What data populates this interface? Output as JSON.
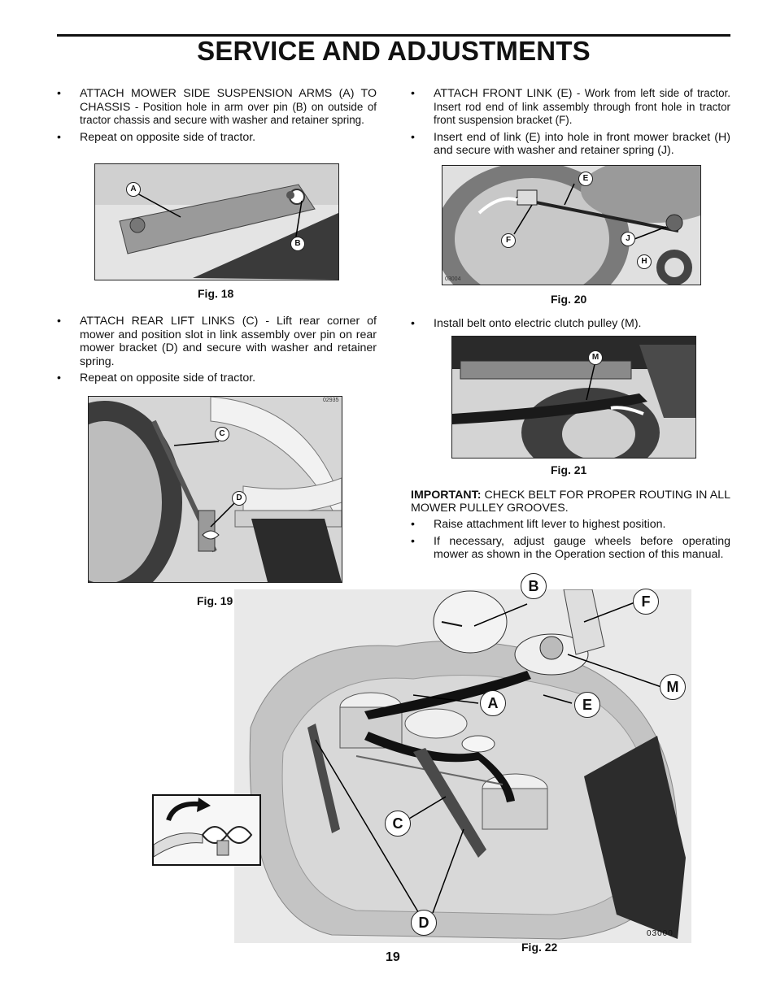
{
  "page": {
    "title": "SERVICE AND ADJUSTMENTS",
    "page_number": "19"
  },
  "left": {
    "b1_lead": "ATTACH MOWER SIDE SUSPENSION ARMS (A) TO CHASSIS",
    "b1_rest": " - Position hole in arm over pin (B) on outside of tractor chassis and secure with washer and retainer spring.",
    "b2": "Repeat on opposite side of tractor.",
    "b3": "ATTACH REAR LIFT LINKS (C) - Lift rear corner of mower and position slot in link assembly over pin on rear mower bracket (D) and secure with washer and retainer spring.",
    "b4": "Repeat on opposite side of tractor."
  },
  "right": {
    "b1_lead": "ATTACH FRONT LINK (E)",
    "b1_rest": " - Work from left side of tractor. Insert rod end of link assembly through front hole in tractor front suspension bracket (F).",
    "b2": "Insert end of link (E) into hole in front mower bracket (H) and secure with washer and retainer spring (J).",
    "b3": "Install belt onto electric clutch pulley (M).",
    "important_label": "IMPORTANT:",
    "important_text": " CHECK BELT FOR PROPER ROUTING IN ALL MOWER PULLEY GROOVES.",
    "b4": "Raise attachment lift lever to highest position.",
    "b5": "If necessary, adjust gauge wheels before operating mower as shown in the Operation section of this manual."
  },
  "figures": {
    "fig18": {
      "caption": "Fig. 18",
      "labels": [
        "A",
        "B"
      ]
    },
    "fig19": {
      "caption": "Fig. 19",
      "code": "02935",
      "labels": [
        "C",
        "D"
      ]
    },
    "fig20": {
      "caption": "Fig. 20",
      "code": "03004",
      "labels": [
        "E",
        "F",
        "J",
        "H"
      ]
    },
    "fig21": {
      "caption": "Fig. 21",
      "labels": [
        "M"
      ]
    },
    "fig22": {
      "caption": "Fig. 22",
      "code": "03000",
      "labels": [
        "B",
        "F",
        "M",
        "A",
        "E",
        "C",
        "D"
      ]
    }
  },
  "bullet": "•"
}
